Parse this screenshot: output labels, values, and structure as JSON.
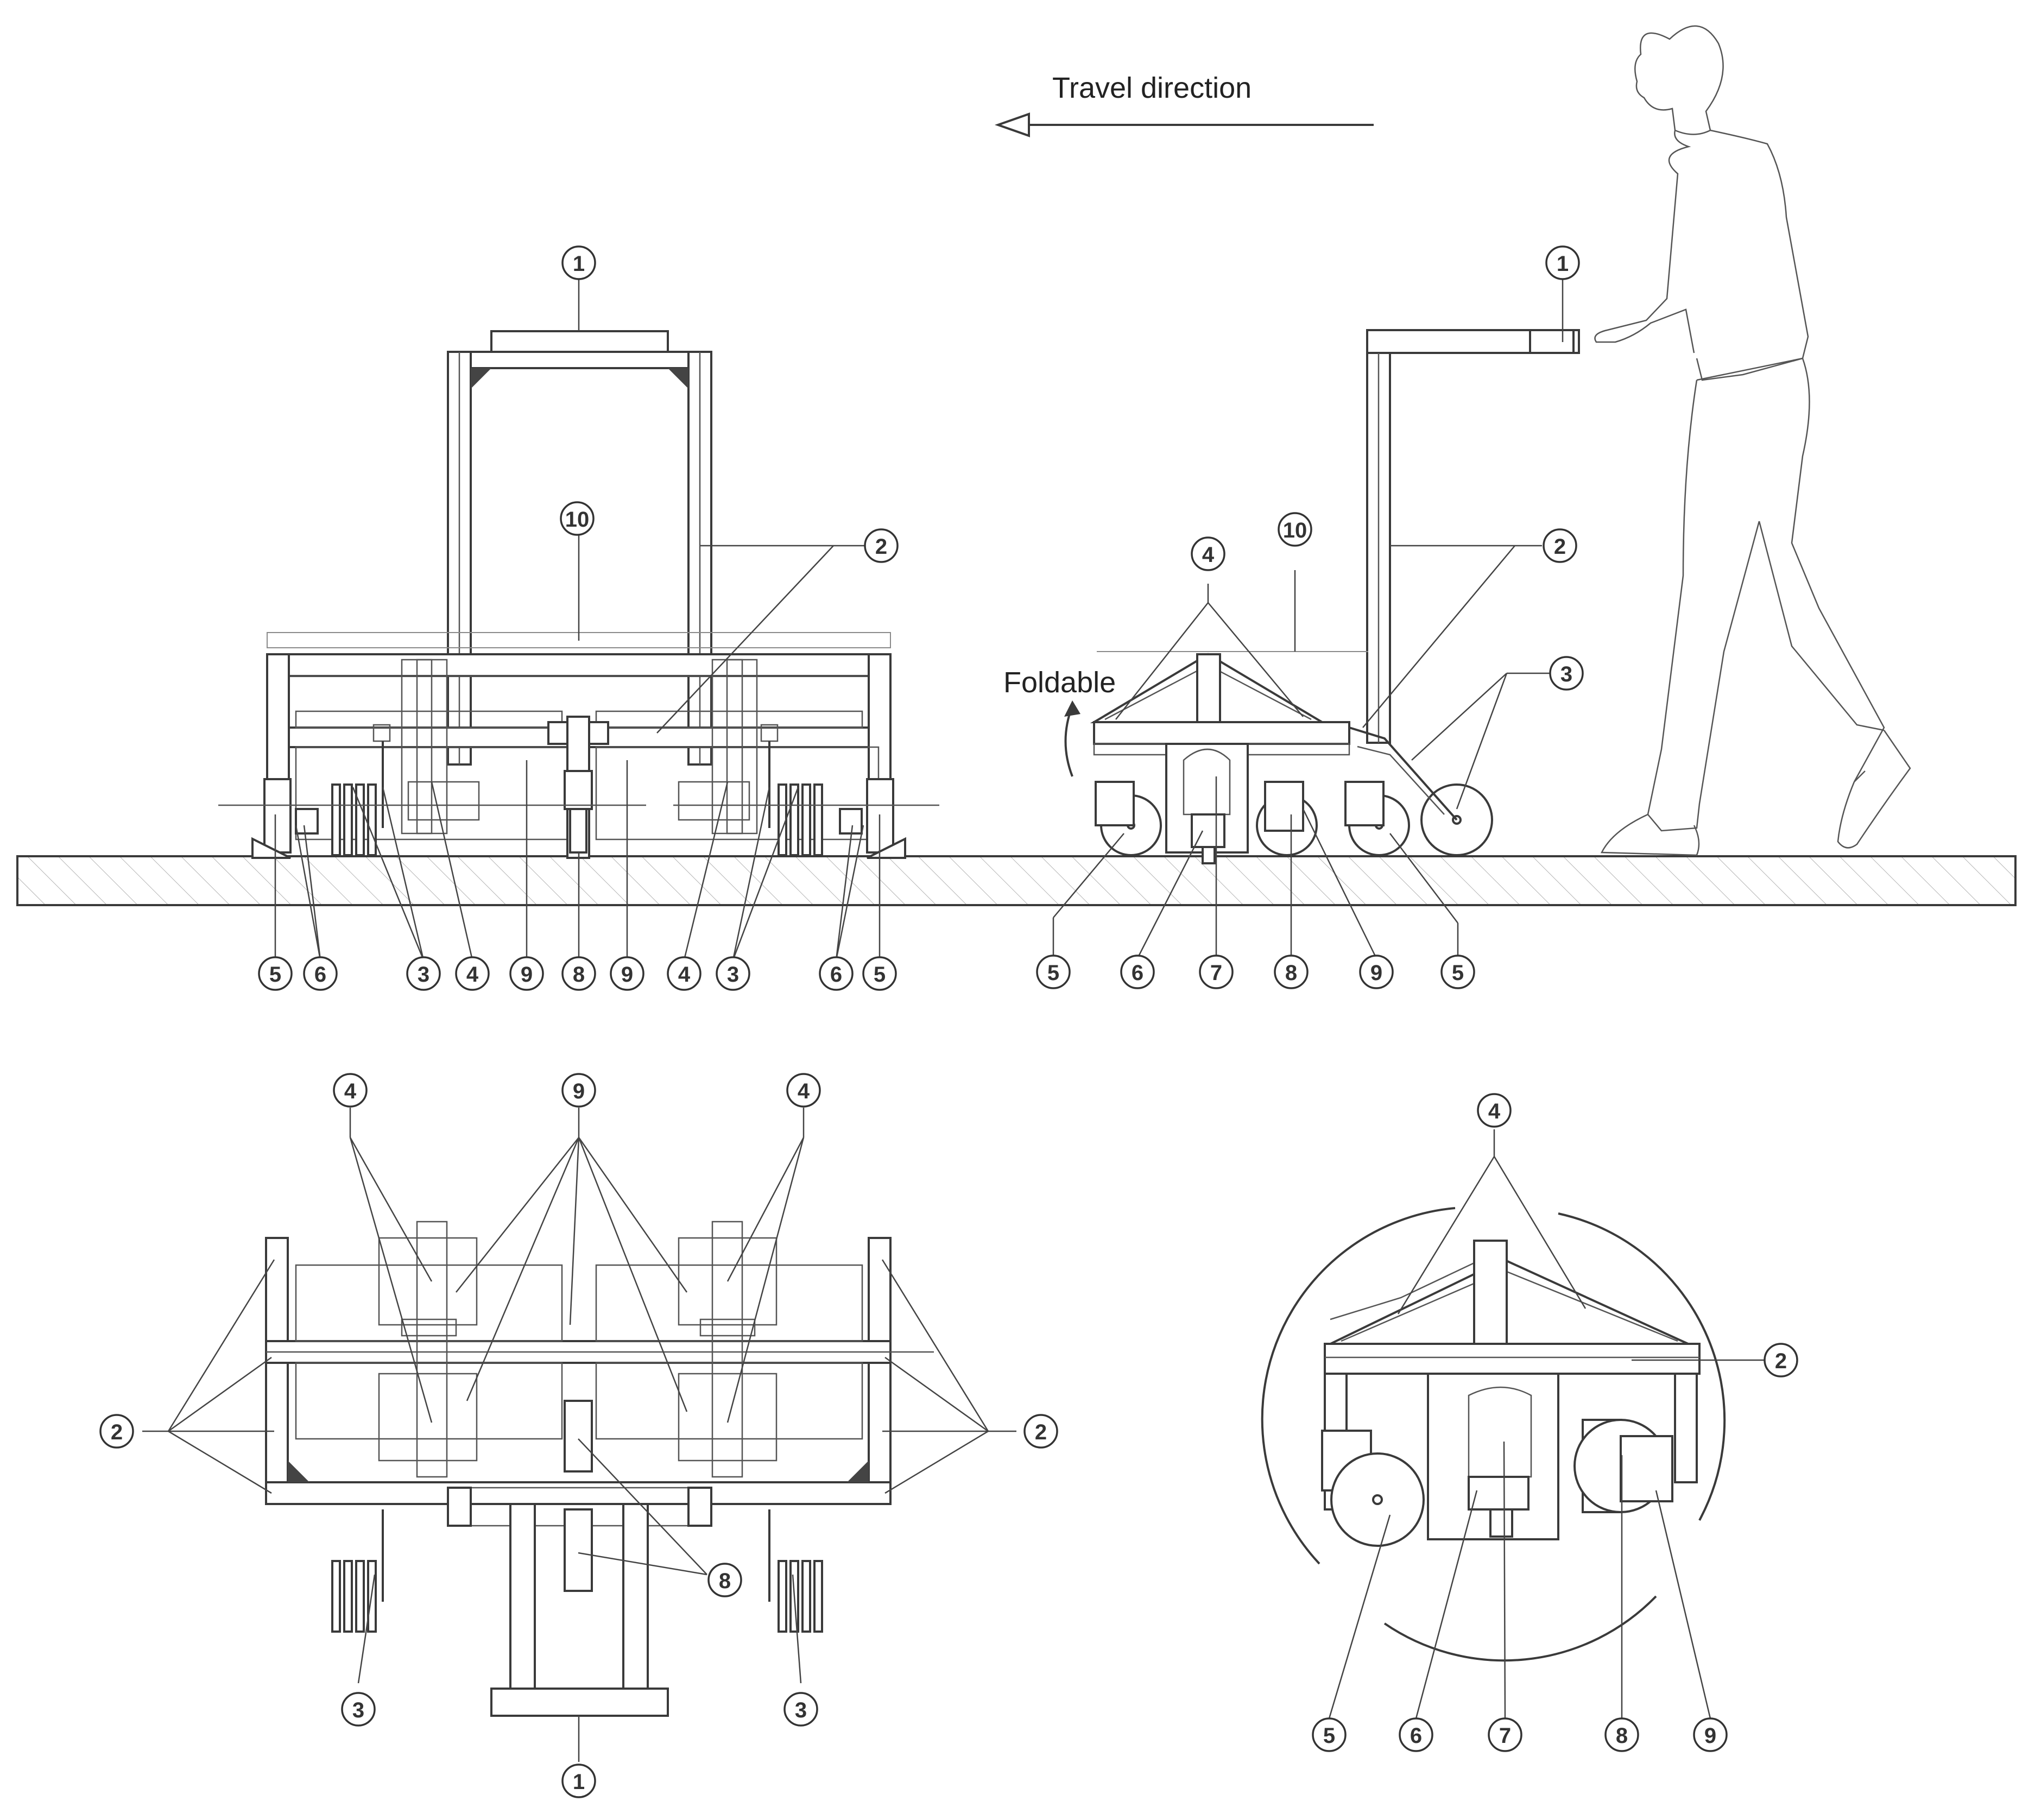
{
  "title": "",
  "labels": {
    "travel_direction": "Travel direction",
    "foldable": "Foldable"
  },
  "callouts": {
    "front": {
      "c1": "1",
      "c10": "10",
      "c2": "2",
      "b5a": "5",
      "b6a": "6",
      "b3a": "3",
      "b4a": "4",
      "b9a": "9",
      "b8": "8",
      "b9b": "9",
      "b4b": "4",
      "b3b": "3",
      "b6b": "6",
      "b5b": "5"
    },
    "side": {
      "c1": "1",
      "c10": "10",
      "c4": "4",
      "c2": "2",
      "c3": "3",
      "b5a": "5",
      "b6": "6",
      "b7": "7",
      "b8": "8",
      "b9": "9",
      "b5b": "5"
    },
    "top": {
      "c4a": "4",
      "c9": "9",
      "c4b": "4",
      "c2a": "2",
      "c2b": "2",
      "c8": "8",
      "c3a": "3",
      "c3b": "3",
      "c1": "1"
    },
    "detail": {
      "c4": "4",
      "c2": "2",
      "b5": "5",
      "b6": "6",
      "b7": "7",
      "b8": "8",
      "b9": "9"
    }
  }
}
